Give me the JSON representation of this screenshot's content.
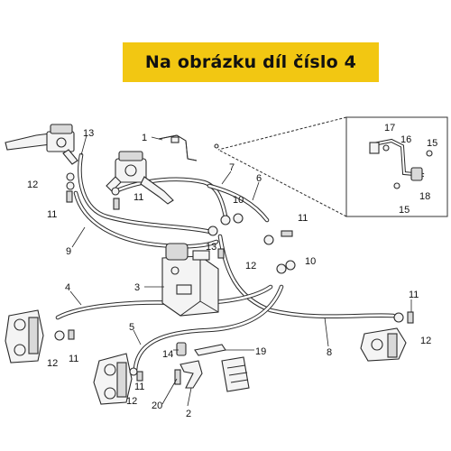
{
  "banner": {
    "text": "Na obrázku díl číslo 4",
    "color": "#f2c712"
  },
  "callouts": {
    "n1": "1",
    "n2": "2",
    "n3": "3",
    "n4": "4",
    "n5": "5",
    "n6": "6",
    "n7": "7",
    "n8": "8",
    "n9": "9",
    "n10": "10",
    "n11": "11",
    "n12": "12",
    "n13": "13",
    "n14": "14",
    "n15": "15",
    "n16": "16",
    "n17": "17",
    "n18": "18",
    "n19": "19",
    "n20": "20"
  }
}
